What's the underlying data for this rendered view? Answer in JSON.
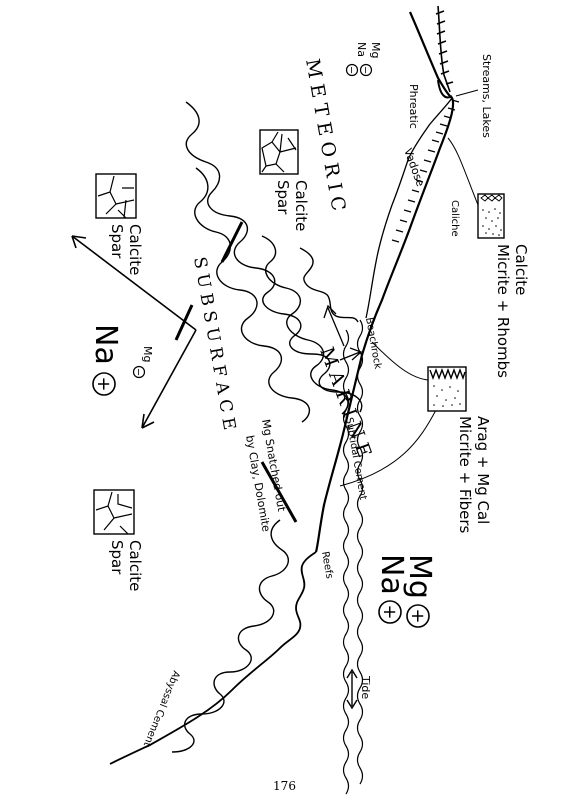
{
  "labels": {
    "streams_lakes": "Streams, Lakes",
    "phreatic": "Phreatic",
    "vadose": "Vadose",
    "caliche": "Caliche",
    "meteoric": "M E T E O R I C",
    "marine": "M A R I N E",
    "subsurface": "S U B S U R F A C E",
    "beachrock": "Beachrock",
    "subtidal_cement": "Subtidal Cement",
    "reefs": "Reefs",
    "tide": "Tide",
    "abyssal_cement": "Abyssal Cement",
    "mg_snatched": "Mg Snatched out",
    "by_clay": "by Clay, Dolomite"
  },
  "ion_labels": {
    "meteoric_mg": "Mg",
    "meteoric_na": "Na",
    "subsurface_mg": "Mg",
    "subsurface_na": "Na",
    "marine_mg": "Mg",
    "marine_na": "Na",
    "minus": "−",
    "plus": "+"
  },
  "mineral_boxes": {
    "calcite_micrite_rhombs": {
      "line1": "Calcite",
      "line2": "Micrite + Rhombs"
    },
    "arag_mgcal": {
      "line1": "Arag + Mg Cal",
      "line2": "Micrite + Fibers"
    },
    "calcite_spar_meteoric": {
      "line1": "Calcite",
      "line2": "Spar"
    },
    "calcite_spar_subsurface_left": {
      "line1": "Calcite",
      "line2": "Spar"
    },
    "calcite_spar_subsurface_right": {
      "line1": "Calcite",
      "line2": "Spar"
    }
  },
  "page_number": "176"
}
